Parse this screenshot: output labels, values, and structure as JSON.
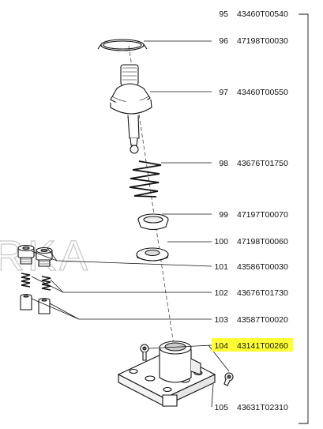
{
  "watermark": "RKA",
  "highlight_color": "#ffff33",
  "callouts": [
    {
      "ref": "95",
      "part_number": "43460T00540",
      "highlighted": false
    },
    {
      "ref": "96",
      "part_number": "47198T00030",
      "highlighted": false
    },
    {
      "ref": "97",
      "part_number": "43460T00550",
      "highlighted": false
    },
    {
      "ref": "98",
      "part_number": "43676T01750",
      "highlighted": false
    },
    {
      "ref": "99",
      "part_number": "47197T00070",
      "highlighted": false
    },
    {
      "ref": "100",
      "part_number": "47198T00060",
      "highlighted": false
    },
    {
      "ref": "101",
      "part_number": "43586T00030",
      "highlighted": false
    },
    {
      "ref": "102",
      "part_number": "43676T01730",
      "highlighted": false
    },
    {
      "ref": "103",
      "part_number": "43587T00020",
      "highlighted": false
    },
    {
      "ref": "104",
      "part_number": "43141T00260",
      "highlighted": true
    },
    {
      "ref": "105",
      "part_number": "43631T02310",
      "highlighted": false
    }
  ]
}
